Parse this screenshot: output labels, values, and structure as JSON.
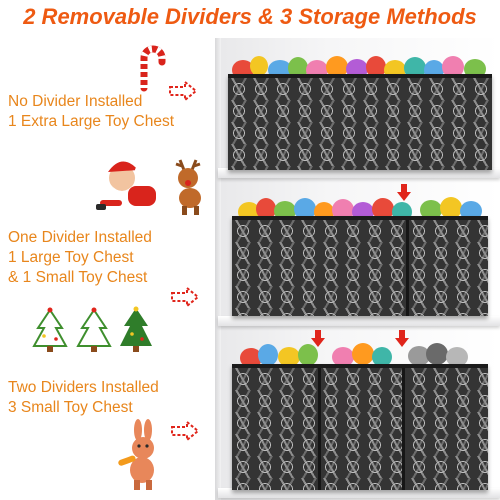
{
  "headline": "2 Removable Dividers & 3 Storage Methods",
  "options": [
    {
      "line1": "No Divider Installed",
      "line2": "1 Extra Large Toy Chest",
      "line3": ""
    },
    {
      "line1": "One Divider Installed",
      "line2": "1 Large Toy Chest",
      "line3": "& 1 Small Toy Chest"
    },
    {
      "line1": "Two Dividers Installed",
      "line2": "3 Small Toy Chest",
      "line3": ""
    }
  ],
  "colors": {
    "accent": "#ee5a12",
    "label": "#e8861c",
    "marker": "#e0251b",
    "chest": "#343434"
  },
  "icons": [
    "candy-cane-icon",
    "santa-icon",
    "reindeer-icon",
    "christmas-tree-icon",
    "rabbit-icon",
    "arrow-pointer-icon",
    "down-arrow-icon"
  ]
}
